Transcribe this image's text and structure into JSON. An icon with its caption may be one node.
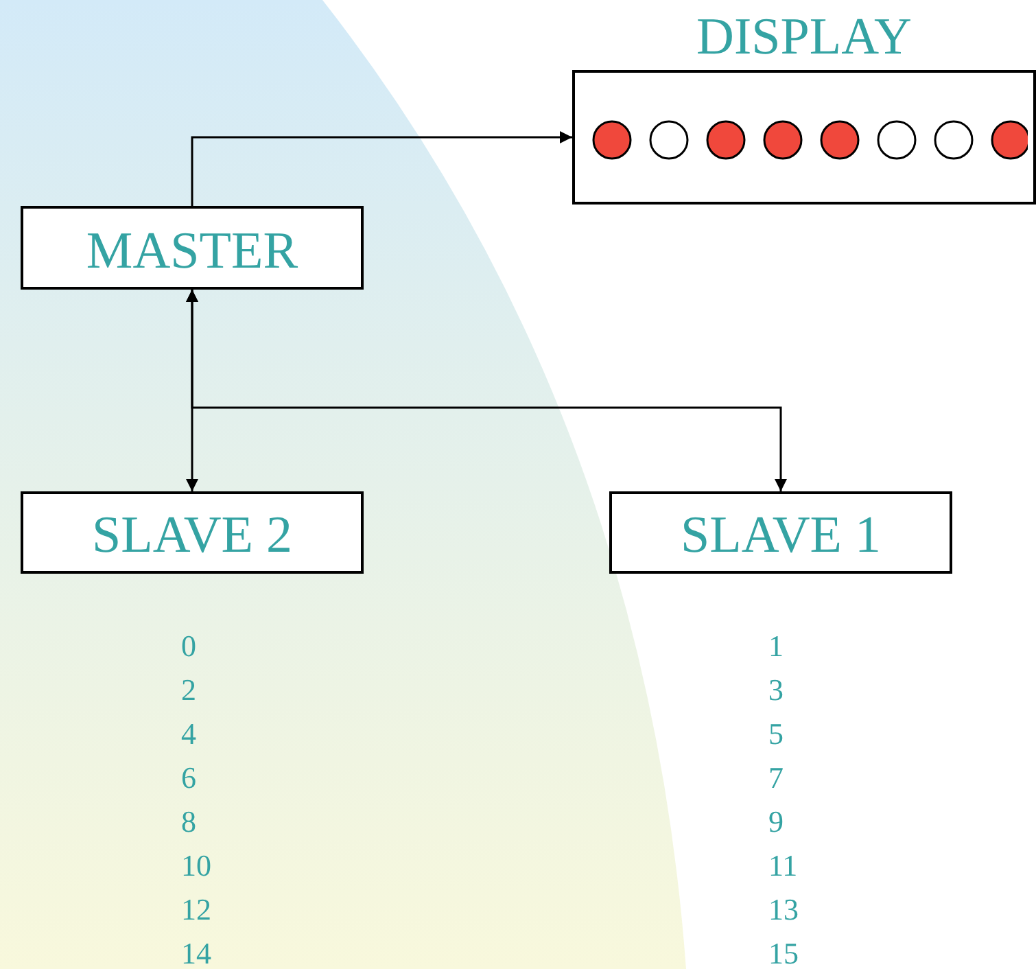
{
  "diagram": {
    "nodes": [
      {
        "text": [
          "DISPLAY"
        ]
      },
      {
        "text": [
          "MASTER"
        ]
      },
      {
        "text": [
          "SLAVE 2"
        ],
        "beside": [
          "0",
          "2",
          "4",
          "6",
          "8",
          "10",
          "12",
          "14"
        ]
      },
      {
        "text": [
          "SLAVE 1"
        ],
        "beside": [
          "1",
          "3",
          "5",
          "7",
          "9",
          "11",
          "13",
          "15"
        ]
      }
    ],
    "edges": [
      {
        "from": 1,
        "to": 0,
        "arrow": "to"
      },
      {
        "from": 1,
        "to": 2,
        "arrow": "both"
      },
      {
        "from": 1,
        "to": 3,
        "arrow": "both"
      }
    ]
  }
}
